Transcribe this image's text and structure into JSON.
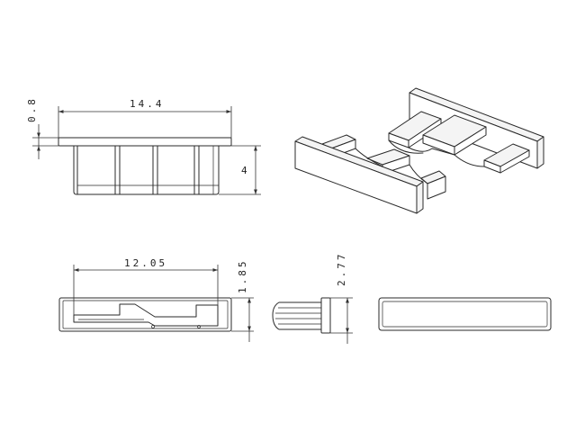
{
  "drawing": {
    "dimensions": {
      "top_width": "14.4",
      "cap_thickness": "0.8",
      "top_height": "4",
      "bottom_width": "12.05",
      "bottom_height": "1.85",
      "side_height": "2.77"
    },
    "colors": {
      "line": "#2a2a2a",
      "background": "#ffffff"
    }
  }
}
